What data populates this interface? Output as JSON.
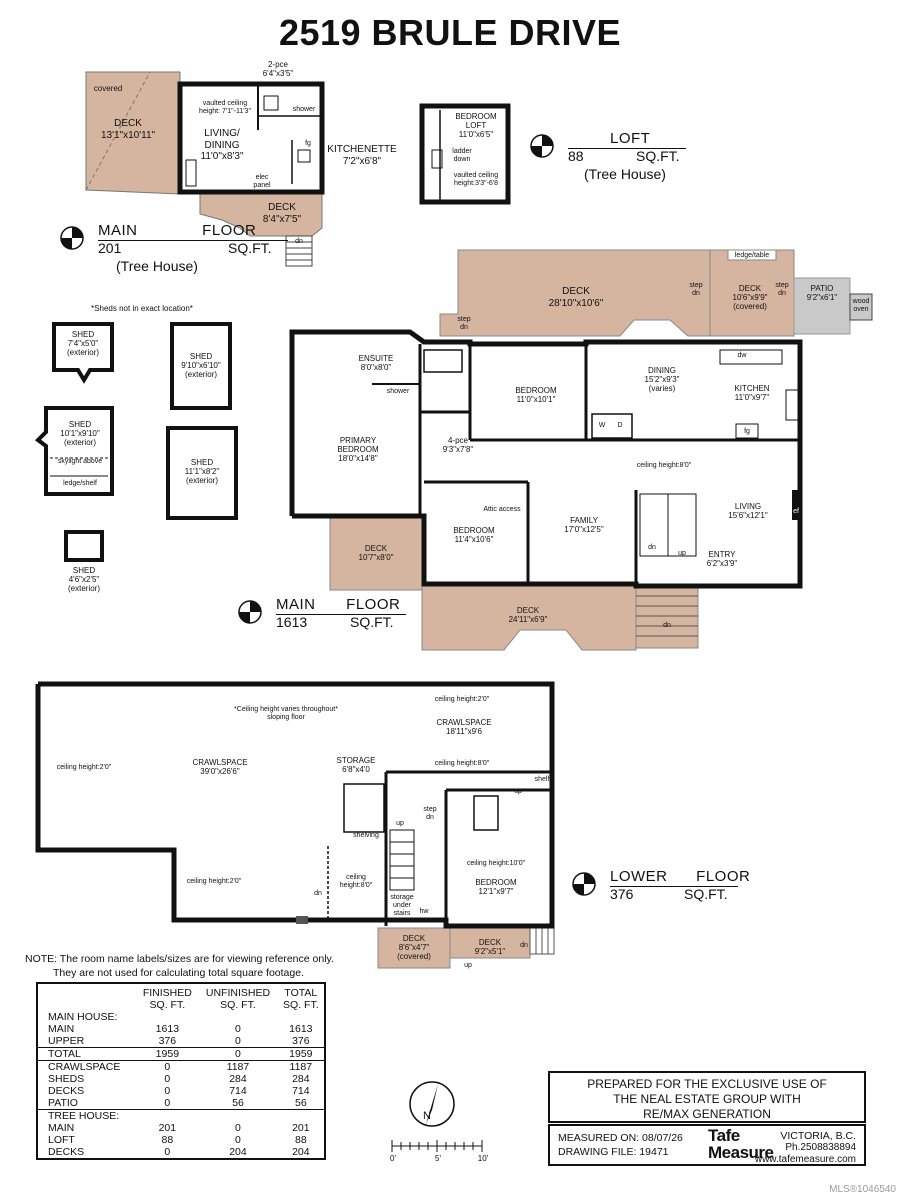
{
  "title": "2519 BRULE DRIVE",
  "colors": {
    "deck": "#d6b5a0",
    "patio": "#c9c9c9",
    "wall": "#111111"
  },
  "floors": {
    "tree_main": {
      "name": "MAIN FLOOR",
      "sqft": "201",
      "sqft_unit": "SQ.FT.",
      "sub": "(Tree House)"
    },
    "tree_loft": {
      "name": "LOFT",
      "sqft": "88",
      "sqft_unit": "SQ.FT.",
      "sub": "(Tree House)"
    },
    "main": {
      "name": "MAIN FLOOR",
      "sqft": "1613",
      "sqft_unit": "SQ.FT."
    },
    "lower": {
      "name": "LOWER FLOOR",
      "sqft": "376",
      "sqft_unit": "SQ.FT."
    }
  },
  "rooms": {
    "t_covered": "covered",
    "t_deck": "DECK",
    "t_deck_d": "13'1\"x10'11\"",
    "t_2pce": "2-pce",
    "t_2pce_d": "6'4\"x3'5\"",
    "t_vault": "vaulted ceiling",
    "t_vault_d": "height: 7'1\"-11'3\"",
    "t_shower": "shower",
    "t_living": "LIVING/",
    "t_living2": "DINING",
    "t_living_d": "11'0\"x8'3\"",
    "t_fg": "fg",
    "t_kitchenette": "KITCHENETTE",
    "t_kitchenette_d": "7'2\"x6'8\"",
    "t_elec": "elec",
    "t_panel": "panel",
    "t_deck2": "DECK",
    "t_deck2_d": "8'4\"x7'5\"",
    "t_dn": "dn",
    "l_bedroom": "BEDROOM",
    "l_loft": "LOFT",
    "l_loft_d": "11'0\"x6'5\"",
    "l_ladder": "ladder",
    "l_down": "down",
    "l_vault": "vaulted ceiling",
    "l_vault_d": "height:3'3\"-6'8",
    "sheds_note": "*Sheds not in exact location*",
    "s1": "SHED",
    "s1_d": "7'4\"x5'0\"",
    "s1_e": "(exterior)",
    "s2": "SHED",
    "s2_d": "9'10\"x6'10\"",
    "s2_e": "(exterior)",
    "s3": "SHED",
    "s3_d": "10'1\"x9'10\"",
    "s3_e": "(exterior)",
    "s3_sky": "skylight above",
    "s3_ledge": "ledge/shelf",
    "s4": "SHED",
    "s4_d": "11'1\"x8'2\"",
    "s4_e": "(exterior)",
    "s5": "SHED",
    "s5_d": "4'6\"x2'5\"",
    "s5_e": "(exterior)",
    "m_deck_big": "DECK",
    "m_deck_big_d": "28'10\"x10'6\"",
    "m_step1": "step",
    "m_dn1": "dn",
    "m_step2": "step",
    "m_dn2": "dn",
    "m_step3": "step",
    "m_dn3": "dn",
    "m_ledge": "ledge/table",
    "m_deck_cov": "DECK",
    "m_deck_cov_d": "10'6\"x9'9\"",
    "m_deck_cov_c": "(covered)",
    "m_patio": "PATIO",
    "m_patio_d": "9'2\"x6'1\"",
    "m_wood": "wood",
    "m_oven": "oven",
    "m_ensuite": "ENSUITE",
    "m_ensuite_d": "8'0\"x8'0\"",
    "m_shower": "shower",
    "m_bedroom1": "BEDROOM",
    "m_bedroom1_d": "11'0\"x10'1\"",
    "m_dining": "DINING",
    "m_dining_d": "15'2\"x9'3\"",
    "m_dining_v": "(varies)",
    "m_dw": "dw",
    "m_kitchen": "KITCHEN",
    "m_kitchen_d": "11'0\"x9'7\"",
    "m_fg": "fg",
    "m_w": "W",
    "m_d": "D",
    "m_primary": "PRIMARY",
    "m_primary2": "BEDROOM",
    "m_primary_d": "18'0\"x14'8\"",
    "m_4pce": "4-pce",
    "m_4pce_d": "9'3\"x7'8\"",
    "m_ceiling": "ceiling height:8'0\"",
    "m_attic": "Attic access",
    "m_living": "LIVING",
    "m_living_d": "15'6\"x12'1\"",
    "m_ef": "ef",
    "m_deck_sm": "DECK",
    "m_deck_sm_d": "10'7\"x8'0\"",
    "m_bedroom2": "BEDROOM",
    "m_bedroom2_d": "11'4\"x10'6\"",
    "m_family": "FAMILY",
    "m_family_d": "17'0\"x12'5\"",
    "m_dn4": "dn",
    "m_up": "up",
    "m_entry": "ENTRY",
    "m_entry_d": "6'2\"x3'9\"",
    "m_deck_front": "DECK",
    "m_deck_front_d": "24'11\"x6'9\"",
    "m_dn5": "dn",
    "b_ceil_note": "*Ceiling height varies throughout*",
    "b_slope": "sloping floor",
    "b_ch1": "ceiling height:2'0\"",
    "b_crawl2": "CRAWLSPACE",
    "b_crawl2_d": "18'11\"x9'6",
    "b_ch2": "ceiling height:2'0\"",
    "b_crawl1": "CRAWLSPACE",
    "b_crawl1_d": "39'0\"x26'6\"",
    "b_storage": "STORAGE",
    "b_storage_d": "6'8\"x4'0",
    "b_ch3": "ceiling height:8'0\"",
    "b_shelf": "shelf",
    "b_up1": "up",
    "b_step": "step",
    "b_dn1": "dn",
    "b_shelving": "shelving",
    "b_up2": "up",
    "b_ch4": "ceiling height:10'0\"",
    "b_ch5": "ceiling height:2'0\"",
    "b_ch6": "ceiling",
    "b_ch6b": "height:8'0\"",
    "b_dn2": "dn",
    "b_bedroom": "BEDROOM",
    "b_bedroom_d": "12'1\"x9'7\"",
    "b_under": "storage",
    "b_under2": "under",
    "b_under3": "stairs",
    "b_hw": "hw",
    "b_deck1": "DECK",
    "b_deck1_d": "8'6\"x4'7\"",
    "b_deck1_c": "(covered)",
    "b_deck2": "DECK",
    "b_deck2_d": "9'2\"x5'1\"",
    "b_dn3": "dn",
    "b_up3": "up"
  },
  "note": {
    "line1": "NOTE: The room name labels/sizes are for viewing reference only.",
    "line2": "They are not used for calculating total square footage."
  },
  "area_table": {
    "headers": [
      [
        "",
        ""
      ],
      [
        "FINISHED",
        "SQ. FT."
      ],
      [
        "UNFINISHED",
        "SQ. FT."
      ],
      [
        "TOTAL",
        "SQ. FT."
      ]
    ],
    "groups": [
      {
        "label": "MAIN HOUSE:",
        "rows": [
          {
            "cat": "MAIN",
            "vals": [
              "1613",
              "0",
              "1613"
            ]
          },
          {
            "cat": "UPPER",
            "vals": [
              "376",
              "0",
              "376"
            ]
          }
        ]
      },
      {
        "total": true,
        "rows": [
          {
            "cat": "TOTAL",
            "vals": [
              "1959",
              "0",
              "1959"
            ]
          }
        ]
      },
      {
        "rows": [
          {
            "cat": "CRAWLSPACE",
            "vals": [
              "0",
              "1187",
              "1187"
            ]
          },
          {
            "cat": "SHEDS",
            "vals": [
              "0",
              "284",
              "284"
            ]
          },
          {
            "cat": "DECKS",
            "vals": [
              "0",
              "714",
              "714"
            ]
          },
          {
            "cat": "PATIO",
            "vals": [
              "0",
              "56",
              "56"
            ]
          }
        ]
      },
      {
        "label": "TREE HOUSE:",
        "sep": true,
        "rows": [
          {
            "cat": "MAIN",
            "vals": [
              "201",
              "0",
              "201"
            ]
          },
          {
            "cat": "LOFT",
            "vals": [
              "88",
              "0",
              "88"
            ]
          },
          {
            "cat": "DECKS",
            "vals": [
              "0",
              "204",
              "204"
            ]
          }
        ]
      }
    ]
  },
  "prepared": {
    "line1": "PREPARED FOR THE EXCLUSIVE USE OF",
    "line2": "THE NEAL ESTATE GROUP WITH",
    "line3": "RE/MAX GENERATION"
  },
  "measure": {
    "measured_label": "MEASURED ON:",
    "measured_value": "08/07/26",
    "file_label": "DRAWING FILE:",
    "file_value": "19471",
    "brand1": "Tafe",
    "brand2": "Measure",
    "city": "VICTORIA, B.C.",
    "phone": "Ph.2508838894",
    "web": "www.tafemeasure.com"
  },
  "north": "N",
  "scale_labels": [
    "0'",
    "5'",
    "10'"
  ],
  "mls": "MLS®1046540"
}
